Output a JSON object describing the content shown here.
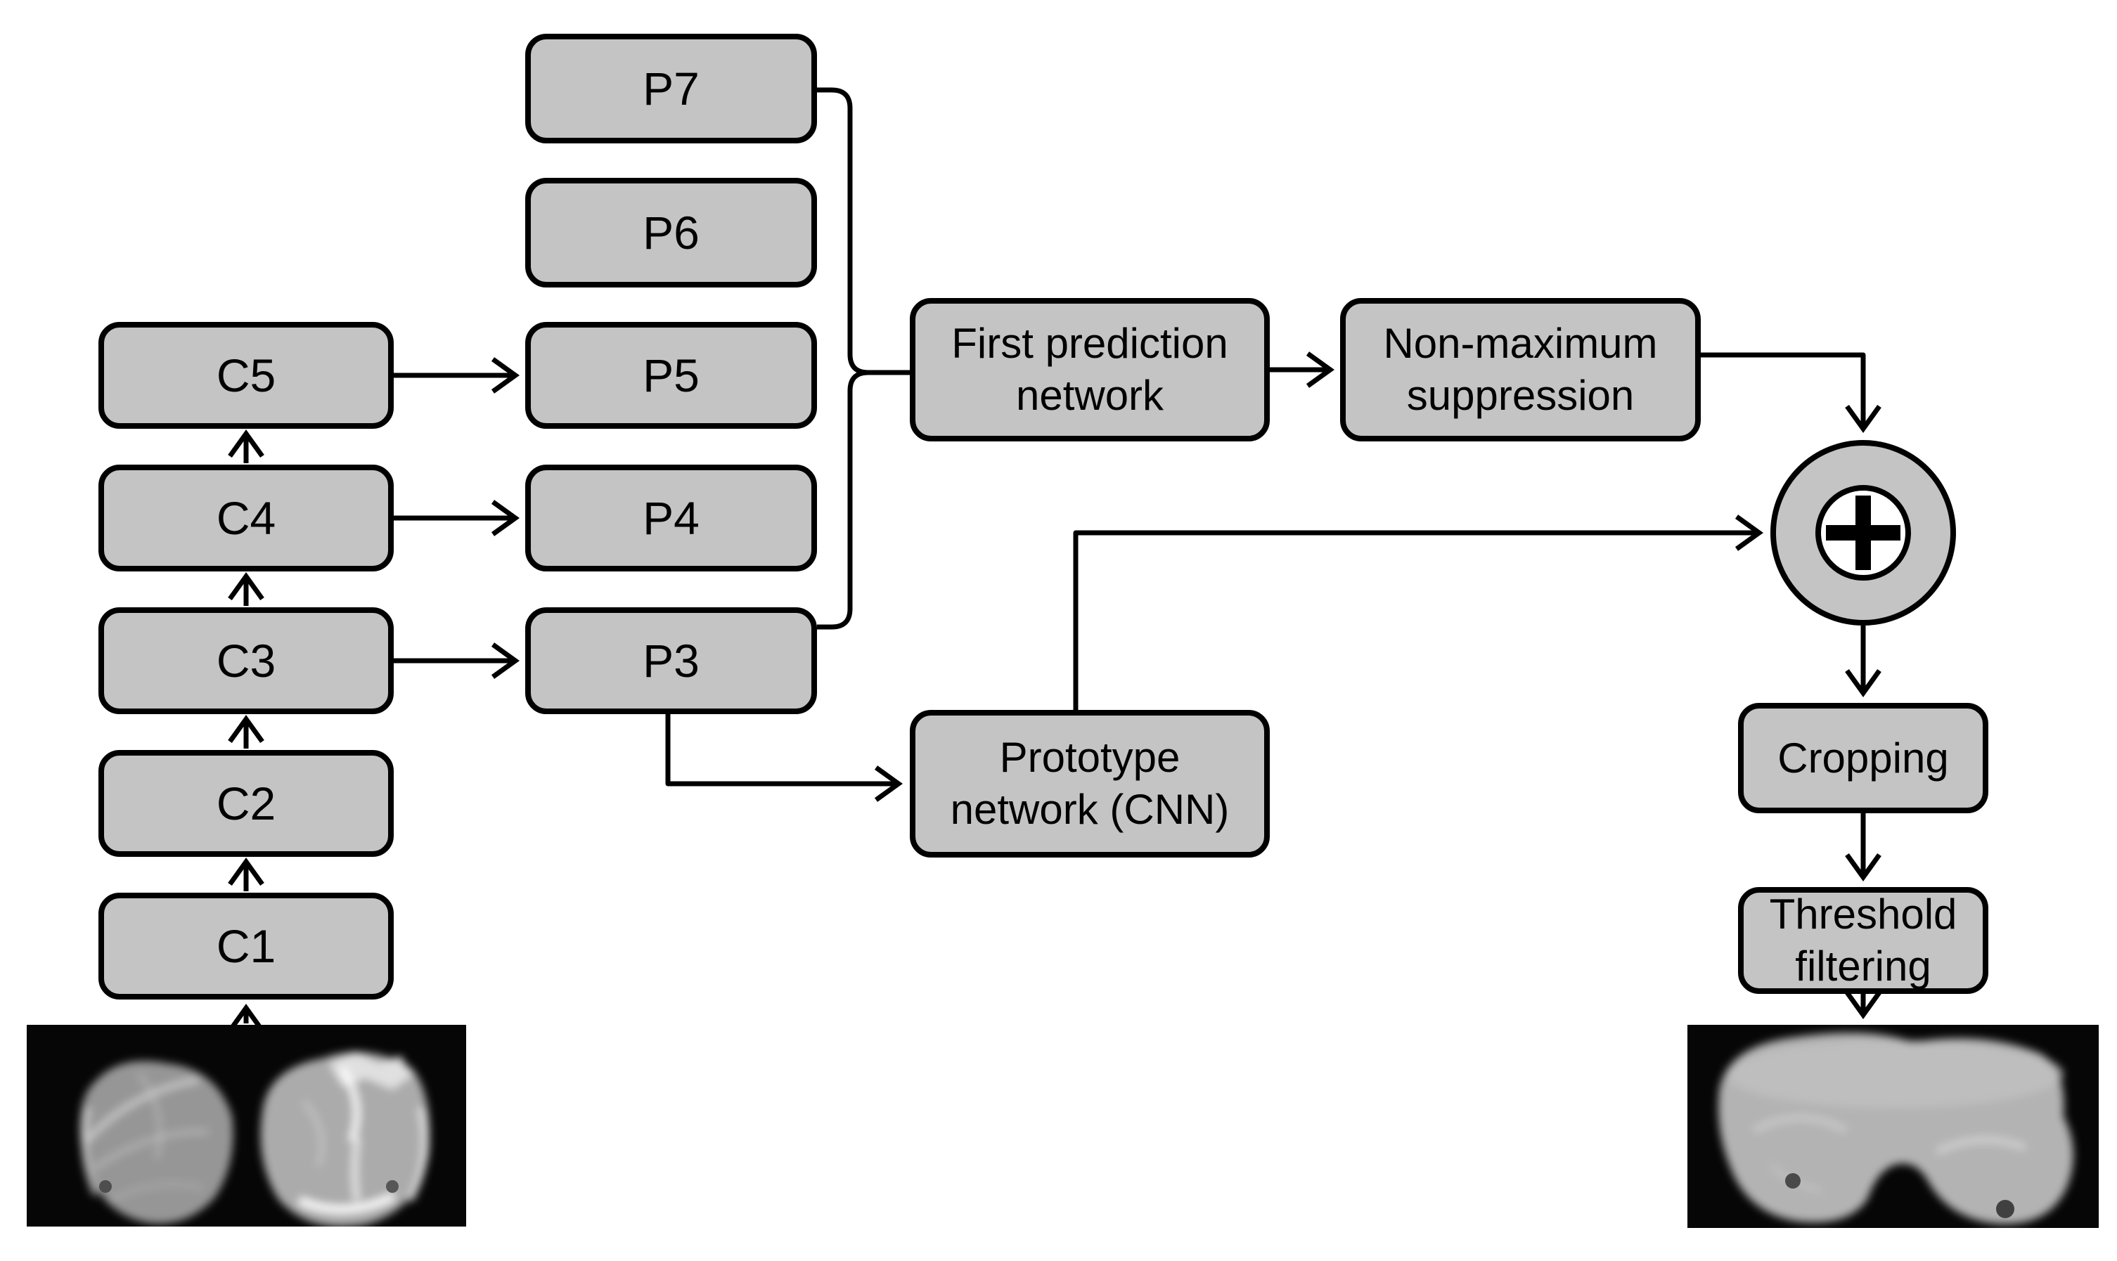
{
  "colors": {
    "background": "#ffffff",
    "node_fill": "#c4c4c4",
    "node_border": "#000000",
    "connector": "#000000",
    "thermogram_background": "#060606"
  },
  "backbone_column": {
    "items": [
      {
        "id": "c5",
        "label": "C5"
      },
      {
        "id": "c4",
        "label": "C4"
      },
      {
        "id": "c3",
        "label": "C3"
      },
      {
        "id": "c2",
        "label": "C2"
      },
      {
        "id": "c1",
        "label": "C1"
      }
    ]
  },
  "pyramid_column": {
    "items": [
      {
        "id": "p7",
        "label": "P7"
      },
      {
        "id": "p6",
        "label": "P6"
      },
      {
        "id": "p5",
        "label": "P5"
      },
      {
        "id": "p4",
        "label": "P4"
      },
      {
        "id": "p3",
        "label": "P3"
      }
    ]
  },
  "process_nodes": {
    "first_prediction": {
      "lines": [
        "First prediction",
        "network"
      ]
    },
    "non_maximum_suppression": {
      "lines": [
        "Non-maximum",
        "suppression"
      ]
    },
    "prototype_network": {
      "lines": [
        "Prototype",
        "network (CNN)"
      ]
    },
    "cropping": {
      "lines": [
        "Cropping"
      ]
    },
    "threshold_filtering": {
      "lines": [
        "Threshold",
        "filtering"
      ]
    }
  },
  "merge_node": {
    "icon": "plus-circle-icon",
    "operator": "+"
  }
}
